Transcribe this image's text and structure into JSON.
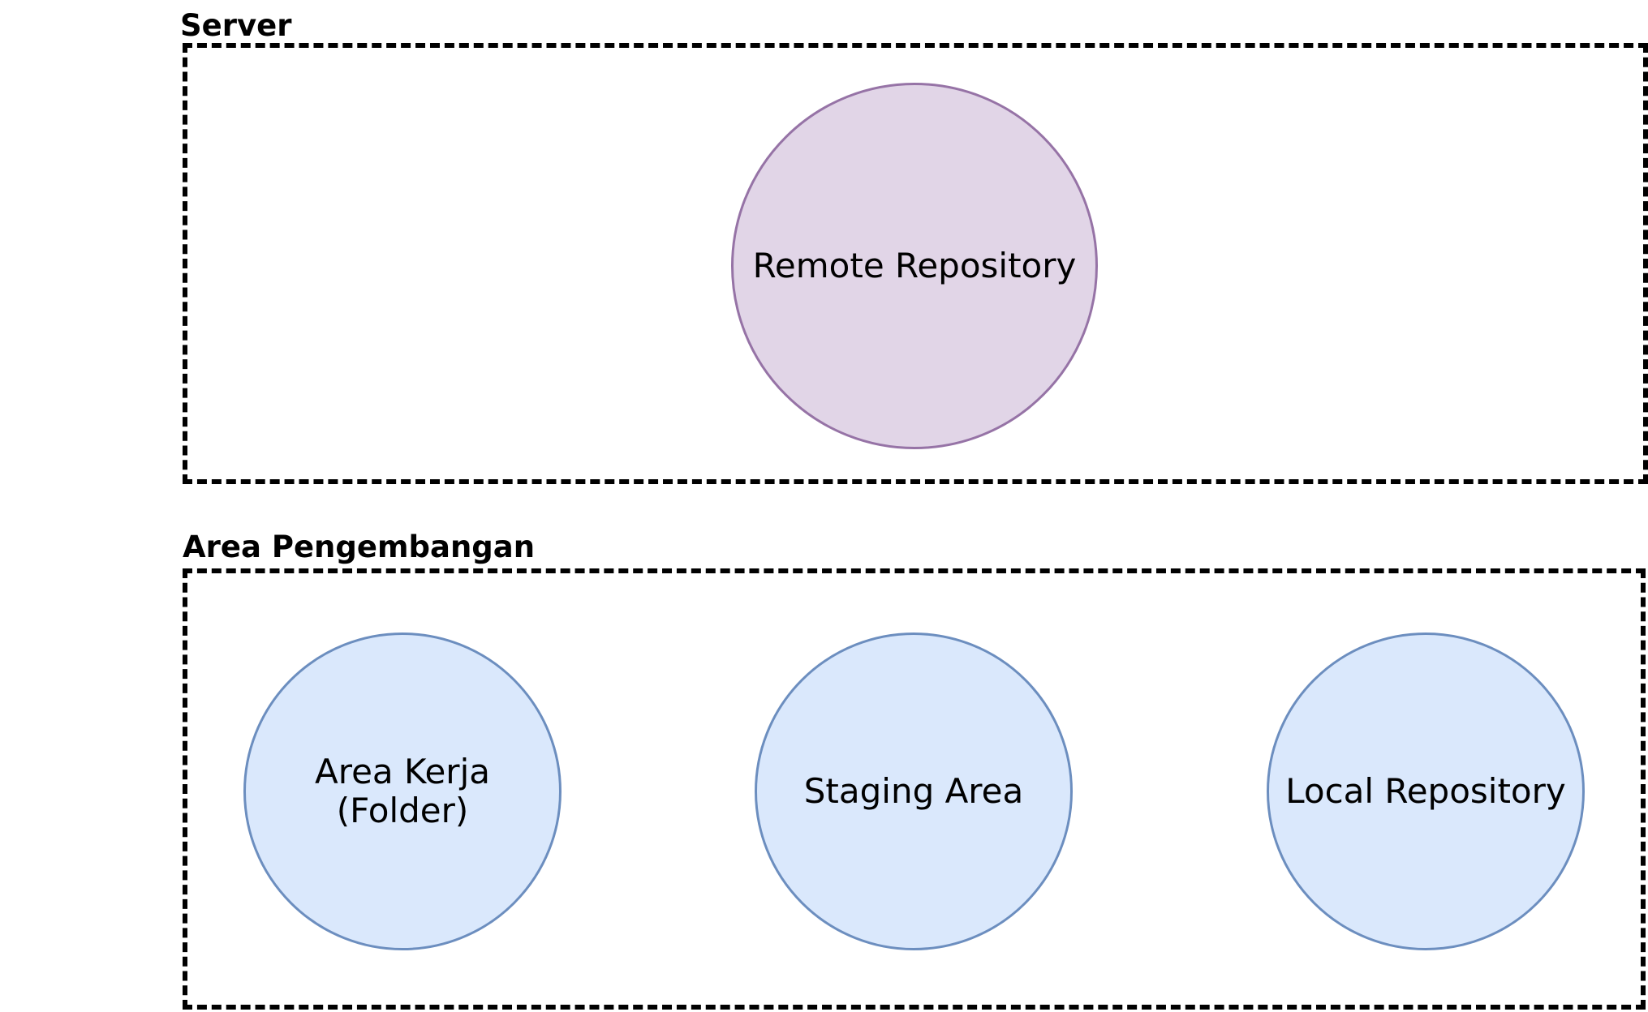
{
  "groups": {
    "server": {
      "label": "Server"
    },
    "development": {
      "label": "Area Pengembangan"
    }
  },
  "nodes": {
    "remote_repository": {
      "label": "Remote Repository"
    },
    "working_area": {
      "label_line1": "Area Kerja",
      "label_line2": "(Folder)"
    },
    "staging_area": {
      "label": "Staging Area"
    },
    "local_repository": {
      "label": "Local Repository"
    }
  },
  "colors": {
    "remote_fill": "#e1d5e7",
    "remote_stroke": "#9673a6",
    "local_fill": "#dae8fc",
    "local_stroke": "#6c8ebf",
    "group_border": "#000000"
  }
}
